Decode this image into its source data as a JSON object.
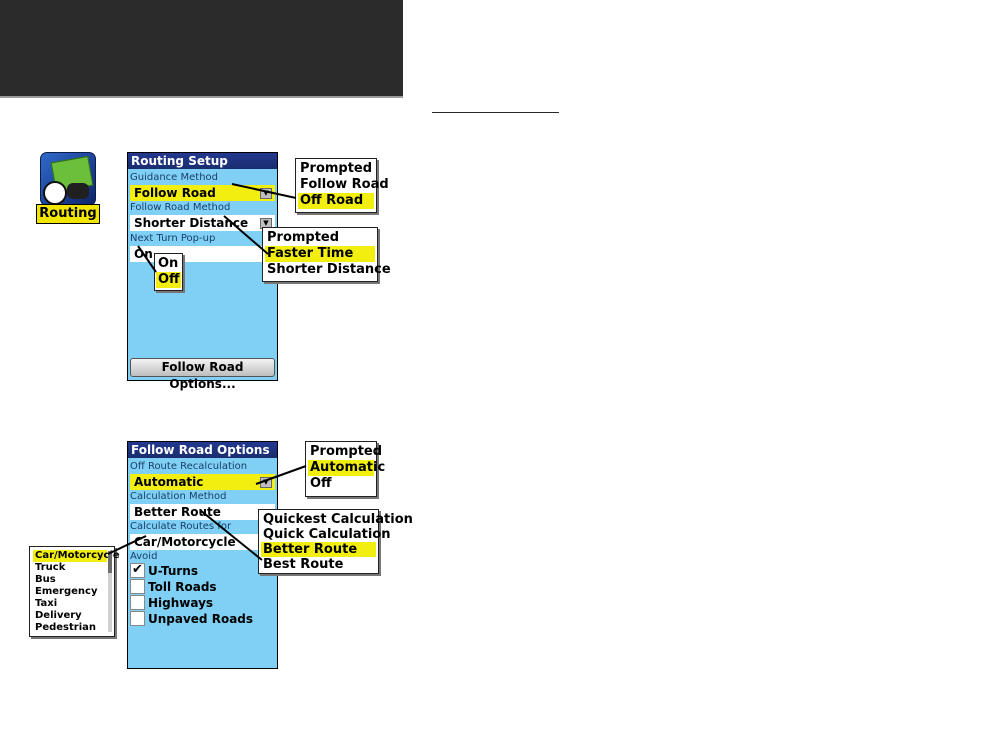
{
  "app_icon": {
    "label": "Routing",
    "icon": "routing-icon"
  },
  "routing_setup": {
    "title": "Routing Setup",
    "guidance_method_label": "Guidance Method",
    "guidance_method_value": "Follow Road",
    "follow_road_method_label": "Follow Road Method",
    "follow_road_method_value": "Shorter Distance",
    "next_turn_popup_label": "Next Turn Pop-up",
    "next_turn_popup_value": "On",
    "button_label": "Follow Road Options..."
  },
  "guidance_menu": {
    "options": [
      "Prompted",
      "Follow Road",
      "Off Road"
    ],
    "selected": "Off Road"
  },
  "follow_method_menu": {
    "options": [
      "Prompted",
      "Faster Time",
      "Shorter Distance"
    ],
    "selected": "Faster Time"
  },
  "popup_menu": {
    "options": [
      "On",
      "Off"
    ],
    "selected": "Off"
  },
  "follow_road_options": {
    "title": "Follow Road Options",
    "off_route_label": "Off Route Recalculation",
    "off_route_value": "Automatic",
    "calc_method_label": "Calculation Method",
    "calc_method_value": "Better Route",
    "calc_for_label": "Calculate Routes for",
    "calc_for_value": "Car/Motorcycle",
    "avoid_label": "Avoid",
    "avoid": [
      {
        "label": "U-Turns",
        "checked": true
      },
      {
        "label": "Toll Roads",
        "checked": false
      },
      {
        "label": "Highways",
        "checked": false
      },
      {
        "label": "Unpaved Roads",
        "checked": false
      }
    ]
  },
  "recalc_menu": {
    "options": [
      "Prompted",
      "Automatic",
      "Off"
    ],
    "selected": "Automatic"
  },
  "calc_method_menu": {
    "options": [
      "Quickest Calculation",
      "Quick Calculation",
      "Better Route",
      "Best Route"
    ],
    "selected": "Better Route"
  },
  "vehicle_menu": {
    "options": [
      "Car/Motorcycle",
      "Truck",
      "Bus",
      "Emergency",
      "Taxi",
      "Delivery",
      "Pedestrian"
    ],
    "selected": "Car/Motorcycle"
  },
  "colors": {
    "highlight": "#f2ee10",
    "screen_bg": "#7fd0f4",
    "title_bar": "#1a2d6f"
  }
}
